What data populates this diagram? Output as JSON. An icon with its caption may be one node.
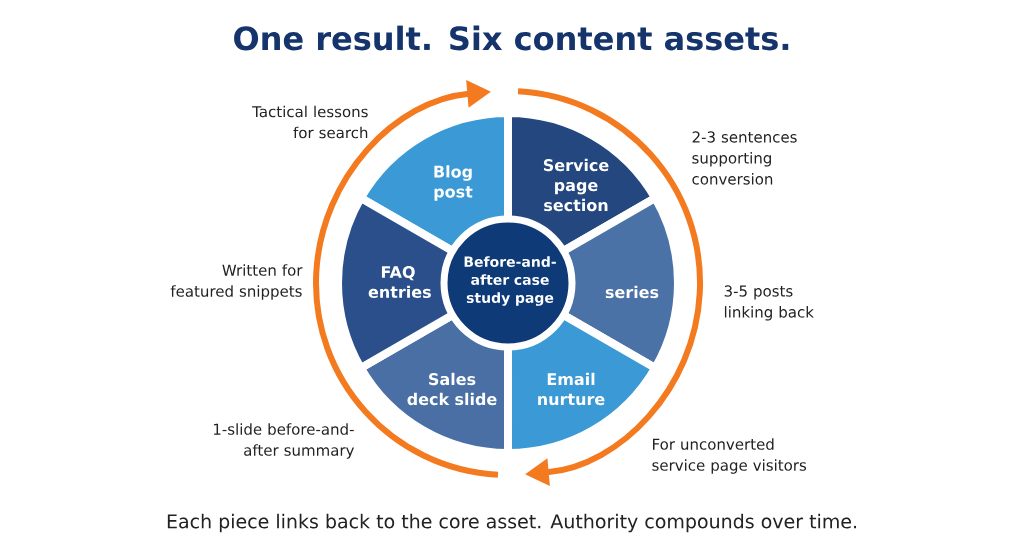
{
  "diagram": {
    "title": "One result. Six content assets.",
    "caption": "Each piece links back to the core asset. Authority compounds over time.",
    "nodes": [
      {
        "text": [
          "Before-and-after case study page"
        ]
      },
      {
        "text": [
          "Blog post"
        ]
      },
      {
        "text": [
          "Service page section"
        ]
      },
      {
        "text": [
          "series"
        ]
      },
      {
        "text": [
          "Email nurture"
        ]
      },
      {
        "text": [
          "Sales deck slide"
        ]
      },
      {
        "text": [
          "FAQ entries"
        ]
      }
    ],
    "labels": [
      "Tactical lessons for search",
      "2-3 sentences supporting conversion",
      "Written for featured snippets",
      "3-5 posts linking back",
      "1-slide before-and-after summary",
      "For unconverted service page visitors"
    ]
  }
}
